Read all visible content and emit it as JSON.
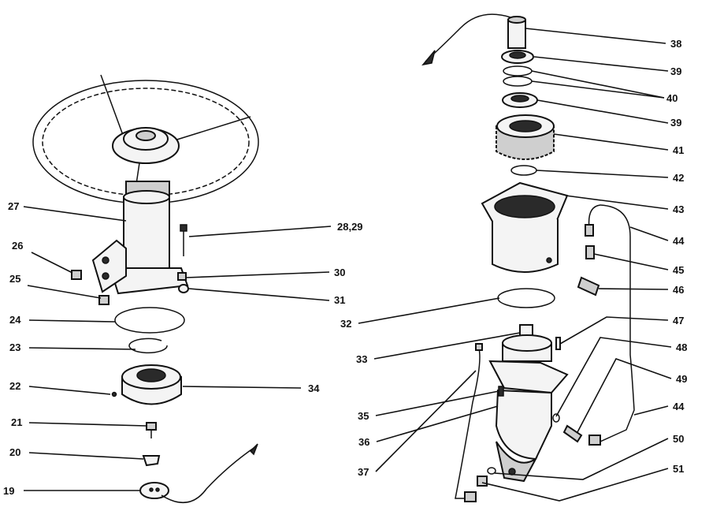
{
  "callouts": [
    {
      "id": "c27",
      "text": "27"
    },
    {
      "id": "c26",
      "text": "26"
    },
    {
      "id": "c25",
      "text": "25"
    },
    {
      "id": "c24",
      "text": "24"
    },
    {
      "id": "c23",
      "text": "23"
    },
    {
      "id": "c22",
      "text": "22"
    },
    {
      "id": "c21",
      "text": "21"
    },
    {
      "id": "c20",
      "text": "20"
    },
    {
      "id": "c19",
      "text": "19"
    },
    {
      "id": "c2829",
      "text": "28,29"
    },
    {
      "id": "c30",
      "text": "30"
    },
    {
      "id": "c31",
      "text": "31"
    },
    {
      "id": "c34",
      "text": "34"
    },
    {
      "id": "c38",
      "text": "38"
    },
    {
      "id": "c39a",
      "text": "39"
    },
    {
      "id": "c40",
      "text": "40"
    },
    {
      "id": "c39b",
      "text": "39"
    },
    {
      "id": "c41",
      "text": "41"
    },
    {
      "id": "c42",
      "text": "42"
    },
    {
      "id": "c43",
      "text": "43"
    },
    {
      "id": "c44a",
      "text": "44"
    },
    {
      "id": "c45",
      "text": "45"
    },
    {
      "id": "c46",
      "text": "46"
    },
    {
      "id": "c47",
      "text": "47"
    },
    {
      "id": "c48",
      "text": "48"
    },
    {
      "id": "c49",
      "text": "49"
    },
    {
      "id": "c44b",
      "text": "44"
    },
    {
      "id": "c50",
      "text": "50"
    },
    {
      "id": "c51",
      "text": "51"
    },
    {
      "id": "c32",
      "text": "32"
    },
    {
      "id": "c33",
      "text": "33"
    },
    {
      "id": "c35",
      "text": "35"
    },
    {
      "id": "c36",
      "text": "36"
    },
    {
      "id": "c37",
      "text": "37"
    }
  ]
}
